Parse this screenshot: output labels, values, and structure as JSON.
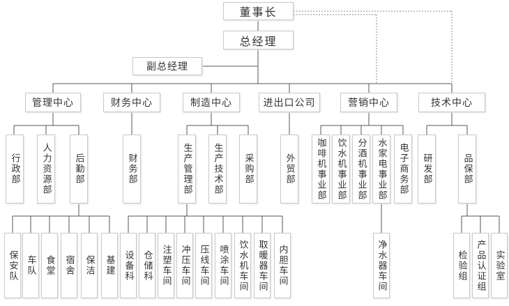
{
  "chairman": "董事长",
  "general_manager": "总经理",
  "deputy_gm": "副总经理",
  "centers": {
    "management": "管理中心",
    "finance": "财务中心",
    "manufacturing": "制造中心",
    "import_export": "进出口公司",
    "marketing": "营销中心",
    "technology": "技术中心"
  },
  "management_units": {
    "admin": "行政部",
    "hr": "人力资源部",
    "logistics": "后勤部"
  },
  "logistics_units": {
    "security": "保安队",
    "fleet": "车队",
    "canteen": "食堂",
    "dormitory": "宿舍",
    "cleaning": "保洁",
    "construction": "基建"
  },
  "finance_units": {
    "finance_dept": "财务部"
  },
  "manufacturing_units": {
    "production_mgmt": "生产管理部",
    "production_tech": "生产技术部",
    "purchasing": "采购部"
  },
  "production_units": {
    "equipment": "设备科",
    "warehouse": "仓储科",
    "injection": "注塑车间",
    "stamping": "冲压车间",
    "wiring": "压线车间",
    "painting": "喷涂车间",
    "dispenser": "饮水机车间",
    "heater": "取暖器车间",
    "liner": "内胆车间"
  },
  "import_export_units": {
    "foreign_trade": "外贸部"
  },
  "marketing_units": {
    "coffee": "咖啡机事业部",
    "water_dispenser": "饮水机事业部",
    "wine_dispenser": "分酒机事业部",
    "appliance": "水家电事业部",
    "ecommerce": "电子商务部"
  },
  "appliance_units": {
    "water_purifier": "净水器车间"
  },
  "technology_units": {
    "rnd": "研发部",
    "quality": "品保部"
  },
  "quality_units": {
    "inspection": "检验组",
    "certification": "产品认证组",
    "lab": "实验室"
  }
}
